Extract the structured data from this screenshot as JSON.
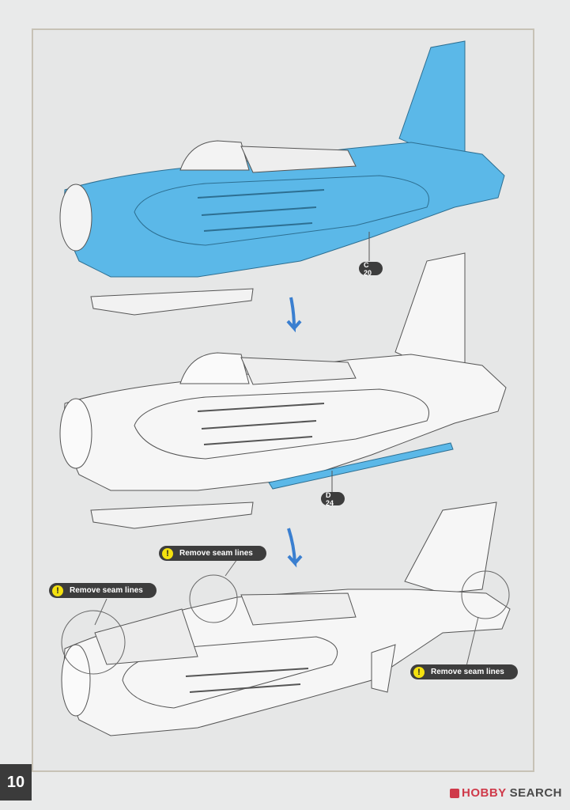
{
  "page": {
    "number": "10"
  },
  "parts": {
    "step1": "C 20",
    "step2": "D 24"
  },
  "callouts": {
    "top_center": "Remove seam lines",
    "left": "Remove seam lines",
    "right": "Remove seam lines",
    "warn_symbol": "!"
  },
  "watermark": {
    "brand_prefix": "HOBBY",
    "brand_suffix": "SEARCH"
  },
  "colors": {
    "highlight": "#5bb8e8",
    "arrow": "#3a7fd0",
    "badge": "#3d3d3d",
    "warning": "#f4e10f"
  }
}
